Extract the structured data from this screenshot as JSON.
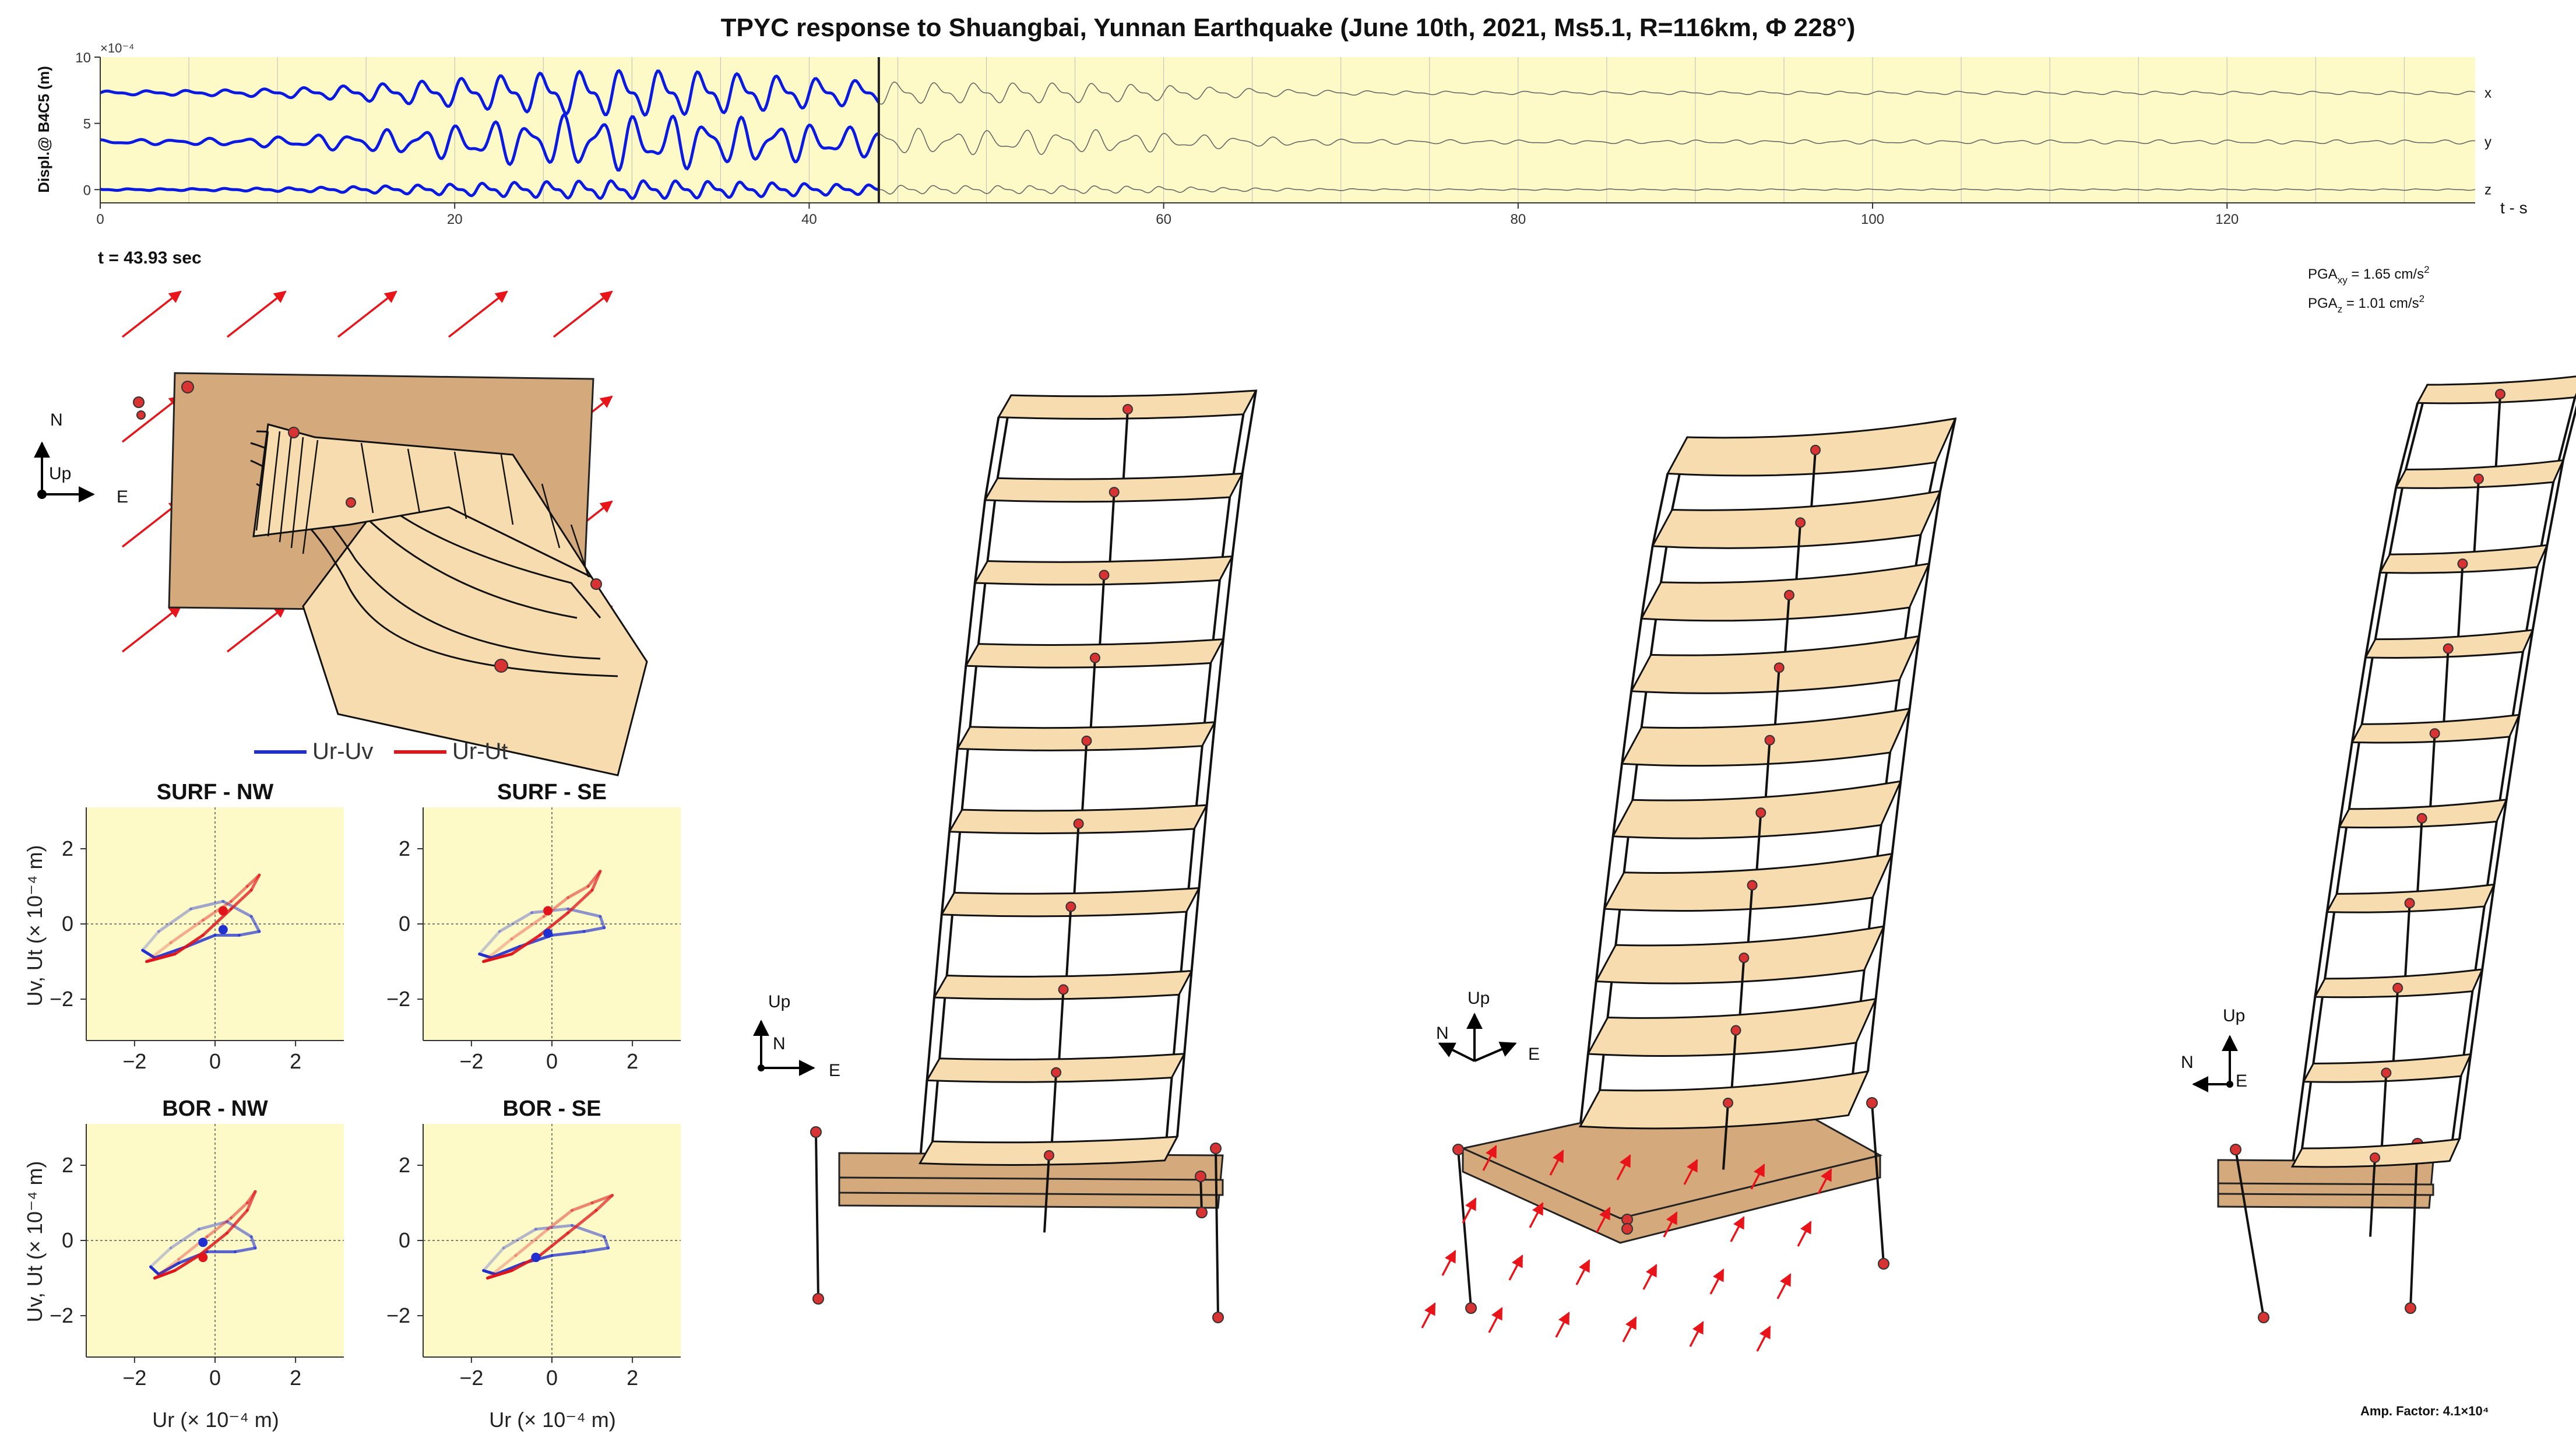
{
  "title": "TPYC response to Shuangbai, Yunnan Earthquake (June 10th, 2021, Ms5.1, R=116km, Φ 228°)",
  "time_label": "t = 43.93 sec",
  "pga": {
    "xy_prefix": "PGA",
    "xy_sub": "xy",
    "xy_value": " = 1.65 cm/s",
    "xy_exp": "2",
    "z_prefix": "PGA",
    "z_sub": "z",
    "z_value": " = 1.01 cm/s",
    "z_exp": "2"
  },
  "amp_factor": "Amp. Factor: 4.1×10⁴",
  "legend": {
    "series_a": "Ur-Uv",
    "series_b": "Ur-Ut"
  },
  "compass": {
    "plan": {
      "north": "N",
      "up": "Up",
      "east": "E"
    },
    "view1": {
      "up": "Up",
      "north": "N",
      "east": "E"
    },
    "view2": {
      "up": "Up",
      "north": "N",
      "east": "E"
    },
    "view3": {
      "up": "Up",
      "north": "N",
      "east": "E"
    }
  },
  "colors": {
    "trace_past": "#0a1ae0",
    "trace_future": "#666666",
    "panel_bg": "#fdfac8",
    "slab_fill": "#f7dcb0",
    "base_fill": "#d4aa7d",
    "arrow": "#e8141a",
    "blue_curve": "#2030d0",
    "red_curve": "#e0141a"
  },
  "chart_data": [
    {
      "type": "line",
      "title": "",
      "ylabel": "Displ.@ B4C5 (m)",
      "y_exponent": "×10⁻⁴",
      "xlabel": "t - s",
      "xlim": [
        0,
        134
      ],
      "ylim": [
        -1,
        10
      ],
      "x_ticks": [
        "0",
        "20",
        "40",
        "60",
        "80",
        "100",
        "120"
      ],
      "y_ticks": [
        "0",
        "5",
        "10"
      ],
      "current_time": 43.93,
      "series": [
        {
          "name": "x",
          "offset": 7.3
        },
        {
          "name": "y",
          "offset": 3.6
        },
        {
          "name": "z",
          "offset": 0.0
        }
      ]
    },
    {
      "type": "line",
      "title": "SURF - NW",
      "xlabel": "Ur (× 10⁻⁴ m)",
      "ylabel": "Uv, Ut (× 10⁻⁴ m)",
      "xlim": [
        -3.2,
        3.2
      ],
      "ylim": [
        -3.1,
        3.1
      ],
      "x_ticks": [
        "−2",
        "0",
        "2"
      ],
      "y_ticks": [
        "2",
        "0",
        "−2"
      ],
      "series": [
        {
          "name": "Ur-Uv",
          "x": [
            -1.8,
            -1.4,
            -0.6,
            0.2,
            0.9,
            1.1,
            0.6,
            0.0,
            -0.7,
            -1.5,
            -1.8
          ],
          "y": [
            -0.7,
            -0.2,
            0.4,
            0.6,
            0.2,
            -0.2,
            -0.3,
            -0.3,
            -0.6,
            -0.9,
            -0.7
          ]
        },
        {
          "name": "Ur-Ut",
          "x": [
            -1.7,
            -1.1,
            -0.3,
            0.4,
            0.8,
            1.1,
            0.9,
            0.4,
            -0.3,
            -1.0,
            -1.7
          ],
          "y": [
            -1.0,
            -0.5,
            0.1,
            0.6,
            1.0,
            1.3,
            0.9,
            0.4,
            -0.3,
            -0.8,
            -1.0
          ]
        }
      ],
      "marker_blue": [
        0.2,
        -0.15
      ],
      "marker_red": [
        0.2,
        0.35
      ]
    },
    {
      "type": "line",
      "title": "SURF - SE",
      "xlabel": "Ur (× 10⁻⁴ m)",
      "ylabel": "",
      "xlim": [
        -3.2,
        3.2
      ],
      "ylim": [
        -3.1,
        3.1
      ],
      "x_ticks": [
        "−2",
        "0",
        "2"
      ],
      "y_ticks": [
        "2",
        "0",
        "−2"
      ],
      "series": [
        {
          "name": "Ur-Uv",
          "x": [
            -1.8,
            -1.3,
            -0.5,
            0.4,
            1.2,
            1.3,
            0.8,
            0.0,
            -0.8,
            -1.5,
            -1.8
          ],
          "y": [
            -0.8,
            -0.2,
            0.3,
            0.4,
            0.2,
            -0.1,
            -0.2,
            -0.3,
            -0.6,
            -0.9,
            -0.8
          ]
        },
        {
          "name": "Ur-Ut",
          "x": [
            -1.7,
            -1.0,
            -0.2,
            0.4,
            0.9,
            1.2,
            1.0,
            0.4,
            -0.3,
            -1.0,
            -1.7
          ],
          "y": [
            -1.0,
            -0.4,
            0.2,
            0.7,
            1.0,
            1.4,
            0.9,
            0.3,
            -0.3,
            -0.8,
            -1.0
          ]
        }
      ],
      "marker_blue": [
        -0.1,
        -0.25
      ],
      "marker_red": [
        -0.1,
        0.35
      ]
    },
    {
      "type": "line",
      "title": "BOR - NW",
      "xlabel": "Ur (× 10⁻⁴ m)",
      "ylabel": "Uv, Ut (× 10⁻⁴ m)",
      "xlim": [
        -3.2,
        3.2
      ],
      "ylim": [
        -3.1,
        3.1
      ],
      "x_ticks": [
        "−2",
        "0",
        "2"
      ],
      "y_ticks": [
        "2",
        "0",
        "−2"
      ],
      "series": [
        {
          "name": "Ur-Uv",
          "x": [
            -1.6,
            -1.1,
            -0.4,
            0.3,
            0.9,
            1.0,
            0.5,
            -0.2,
            -0.9,
            -1.4,
            -1.6
          ],
          "y": [
            -0.7,
            -0.2,
            0.3,
            0.5,
            0.1,
            -0.2,
            -0.3,
            -0.3,
            -0.6,
            -0.9,
            -0.7
          ]
        },
        {
          "name": "Ur-Ut",
          "x": [
            -1.5,
            -0.9,
            -0.2,
            0.4,
            0.8,
            1.0,
            0.8,
            0.3,
            -0.4,
            -1.0,
            -1.5
          ],
          "y": [
            -1.0,
            -0.5,
            0.1,
            0.6,
            1.0,
            1.3,
            0.8,
            0.2,
            -0.4,
            -0.8,
            -1.0
          ]
        }
      ],
      "marker_blue": [
        -0.3,
        -0.05
      ],
      "marker_red": [
        -0.3,
        -0.45
      ]
    },
    {
      "type": "line",
      "title": "BOR - SE",
      "xlabel": "Ur (× 10⁻⁴ m)",
      "ylabel": "",
      "xlim": [
        -3.2,
        3.2
      ],
      "ylim": [
        -3.1,
        3.1
      ],
      "x_ticks": [
        "−2",
        "0",
        "2"
      ],
      "y_ticks": [
        "2",
        "0",
        "−2"
      ],
      "series": [
        {
          "name": "Ur-Uv",
          "x": [
            -1.7,
            -1.2,
            -0.4,
            0.5,
            1.3,
            1.4,
            0.8,
            0.0,
            -0.7,
            -1.4,
            -1.7
          ],
          "y": [
            -0.8,
            -0.2,
            0.3,
            0.4,
            0.1,
            -0.2,
            -0.3,
            -0.4,
            -0.6,
            -0.9,
            -0.8
          ]
        },
        {
          "name": "Ur-Ut",
          "x": [
            -1.6,
            -0.9,
            -0.1,
            0.5,
            1.0,
            1.5,
            1.1,
            0.4,
            -0.3,
            -1.0,
            -1.6
          ],
          "y": [
            -1.0,
            -0.4,
            0.3,
            0.8,
            1.0,
            1.2,
            0.8,
            0.2,
            -0.4,
            -0.8,
            -1.0
          ]
        }
      ],
      "marker_blue": [
        -0.4,
        -0.45
      ],
      "marker_red": [
        -0.4,
        -0.45
      ]
    }
  ]
}
